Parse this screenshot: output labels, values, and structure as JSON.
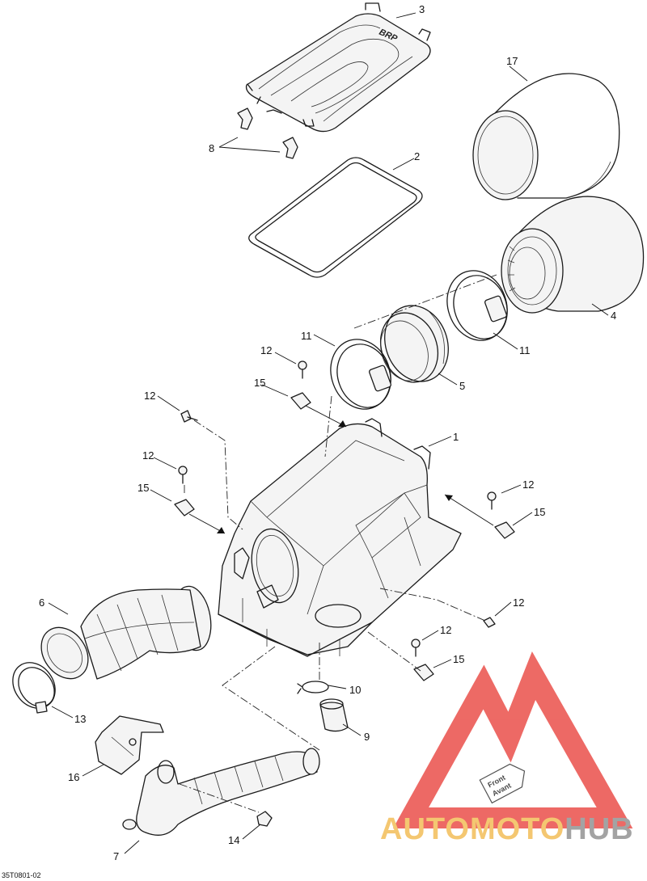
{
  "diagram": {
    "reference": "35T0801-02",
    "callouts": [
      {
        "id": "c1",
        "label": "1"
      },
      {
        "id": "c2",
        "label": "2"
      },
      {
        "id": "c3",
        "label": "3"
      },
      {
        "id": "c4",
        "label": "4"
      },
      {
        "id": "c5",
        "label": "5"
      },
      {
        "id": "c6",
        "label": "6"
      },
      {
        "id": "c7",
        "label": "7"
      },
      {
        "id": "c8",
        "label": "8"
      },
      {
        "id": "c9",
        "label": "9"
      },
      {
        "id": "c10",
        "label": "10"
      },
      {
        "id": "c11a",
        "label": "11"
      },
      {
        "id": "c11b",
        "label": "11"
      },
      {
        "id": "c12a",
        "label": "12"
      },
      {
        "id": "c12b",
        "label": "12"
      },
      {
        "id": "c12c",
        "label": "12"
      },
      {
        "id": "c12d",
        "label": "12"
      },
      {
        "id": "c12e",
        "label": "12"
      },
      {
        "id": "c12f",
        "label": "12"
      },
      {
        "id": "c13",
        "label": "13"
      },
      {
        "id": "c14",
        "label": "14"
      },
      {
        "id": "c15a",
        "label": "15"
      },
      {
        "id": "c15b",
        "label": "15"
      },
      {
        "id": "c15c",
        "label": "15"
      },
      {
        "id": "c15d",
        "label": "15"
      },
      {
        "id": "c16",
        "label": "16"
      },
      {
        "id": "c17",
        "label": "17"
      }
    ],
    "cover_logo": "BRP",
    "front_tag": {
      "line1": "Front",
      "line2": "Avant"
    }
  },
  "watermark": {
    "text_part1": "AUTOMOTO",
    "text_part2": "HUB",
    "color_triangle": "#e8403a",
    "color_part1": "#f2b84a",
    "color_part2": "#8a8a8a"
  }
}
